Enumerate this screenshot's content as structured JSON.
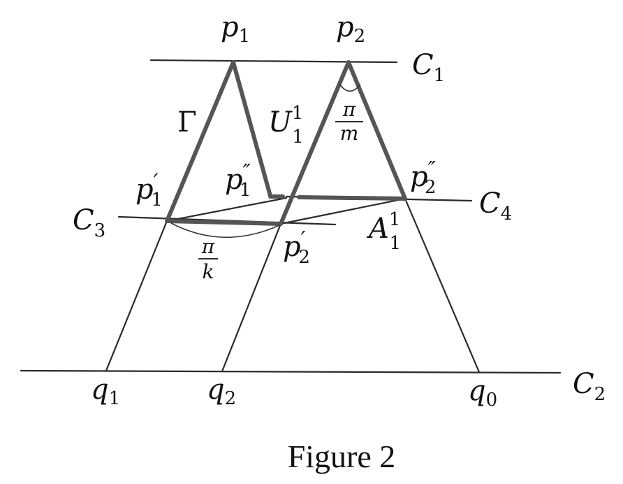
{
  "figure": {
    "caption": "Figure 2",
    "lines": {
      "c1": {
        "main": "C",
        "sub": "1"
      },
      "c2": {
        "main": "C",
        "sub": "2"
      },
      "c3": {
        "main": "C",
        "sub": "3"
      },
      "c4": {
        "main": "C",
        "sub": "4"
      }
    },
    "points": {
      "p1": {
        "main": "p",
        "sub": "1"
      },
      "p2": {
        "main": "p",
        "sub": "2"
      },
      "p1_prime": {
        "main": "p",
        "prime": "′",
        "sub": "1"
      },
      "p1_dprime": {
        "main": "p",
        "prime": "″",
        "sub": "1"
      },
      "p2_prime": {
        "main": "p",
        "prime": "′",
        "sub": "2"
      },
      "p2_dprime": {
        "main": "p",
        "prime": "″",
        "sub": "2"
      },
      "q0": {
        "main": "q",
        "sub": "0"
      },
      "q1": {
        "main": "q",
        "sub": "1"
      },
      "q2": {
        "main": "q",
        "sub": "2"
      }
    },
    "regions": {
      "gamma": "Γ",
      "u11": {
        "main": "U",
        "sup": "1",
        "sub": "1"
      },
      "a11": {
        "main": "A",
        "sup": "1",
        "sub": "1"
      }
    },
    "angles": {
      "pi_m": {
        "num": "π",
        "den": "m"
      },
      "pi_k": {
        "num": "π",
        "den": "k"
      }
    }
  }
}
